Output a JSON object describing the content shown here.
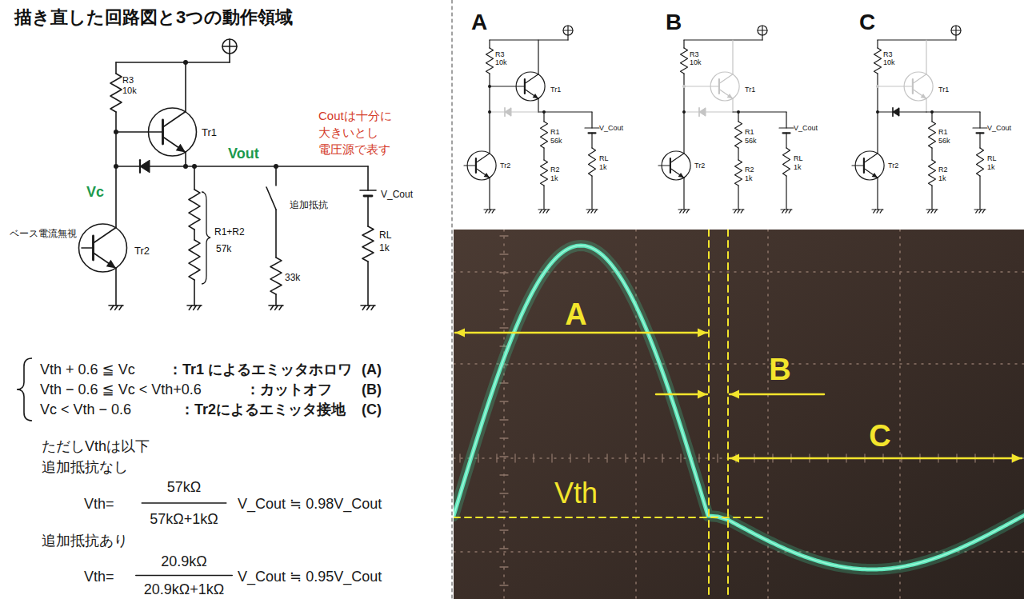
{
  "diagram": {
    "title": "描き直した回路図と3つの動作領域",
    "labels": [
      "R3",
      "10k",
      "Tr1",
      "Vout",
      "Vc",
      "ベース電流無視",
      "Tr2",
      "R1+R2",
      "57k",
      "追加抵抗",
      "33k",
      "V_Cout",
      "RL",
      "1k",
      "Coutは十分に 大きいとし 電圧源で表す",
      "Vth + 0.6 ≦ Vc",
      "：Tr1 によるエミッタホロワ",
      "(A)",
      "Vth − 0.6 ≦ Vc < Vth+0.6",
      "：カットオフ",
      "(B)",
      "Vc < Vth − 0.6",
      "：Tr2によるエミッタ接地",
      "(C)",
      "ただしVthは以下",
      "追加抵抗なし",
      "Vth=",
      "57kΩ",
      "57kΩ+1kΩ",
      "V_Cout ≒ 0.98V_Cout",
      "追加抵抗あり",
      "Vth=",
      "20.9kΩ",
      "20.9kΩ+1kΩ",
      "V_Cout ≒ 0.95V_Cout",
      "A",
      "R3",
      "10k",
      "Tr1",
      "R1",
      "56k",
      "R2",
      "1k",
      "V_Cout",
      "RL",
      "1k",
      "Tr2",
      "B",
      "R3",
      "10k",
      "Tr1",
      "R1",
      "56k",
      "R2",
      "1k",
      "V_Cout",
      "RL",
      "1k",
      "Tr2",
      "C",
      "R3",
      "10k",
      "Tr1",
      "R1",
      "56k",
      "R2",
      "1k",
      "V_Cout",
      "RL",
      "1k",
      "Tr2",
      "A",
      "B",
      "C",
      "Vth"
    ]
  }
}
